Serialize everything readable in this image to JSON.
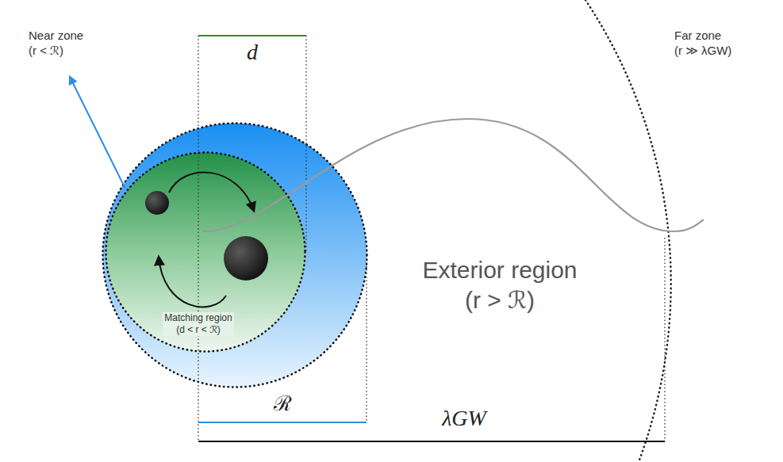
{
  "diagram": {
    "nodes": [
      {
        "text": [
          "Near zone (r < ℛ)"
        ]
      },
      {
        "text": [
          "Matching region (d < r < ℛ)"
        ],
        "in": 0
      }
    ],
    "labels": [
      "d",
      "Far zone (r ≫ λGW)",
      "Exterior region (r > ℛ)",
      "ℛ",
      "λGW"
    ]
  }
}
